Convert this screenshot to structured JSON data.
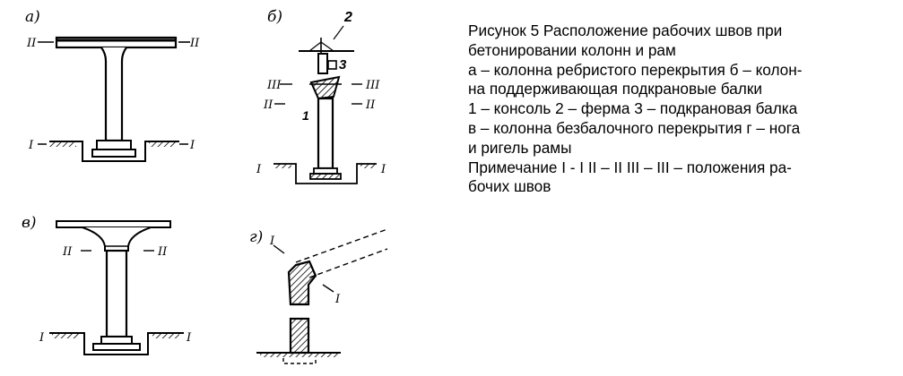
{
  "caption": {
    "lines": [
      "Рисунок 5  Расположение рабочих швов при",
      "бетонировании колонн и рам",
      "а – колонна ребристого перекрытия  б – колон-",
      "на  поддерживающая подкрановые балки",
      "1 – консоль  2 – ферма  3 – подкрановая балка",
      "в – колонна безбалочного перекрытия  г – нога",
      "и ригель рамы",
      "Примечание  I - I  II – II  III – III – положения ра-",
      "бочих швов"
    ]
  },
  "panel_a": {
    "letter": "а)",
    "seam_left": "II",
    "seam_right": "II",
    "base_left": "I",
    "base_right": "I"
  },
  "panel_b": {
    "letter": "б)",
    "num_truss": "2",
    "num_beam": "3",
    "num_console": "1",
    "seam3_left": "III",
    "seam3_right": "III",
    "seam2_left": "II",
    "seam2_right": "II",
    "base_left": "I",
    "base_right": "I"
  },
  "panel_v": {
    "letter": "в)",
    "seam_left": "II",
    "seam_right": "II",
    "base_left": "I",
    "base_right": "I"
  },
  "panel_g": {
    "letter": "г)",
    "seam_top": "I",
    "seam_bottom": "I"
  }
}
